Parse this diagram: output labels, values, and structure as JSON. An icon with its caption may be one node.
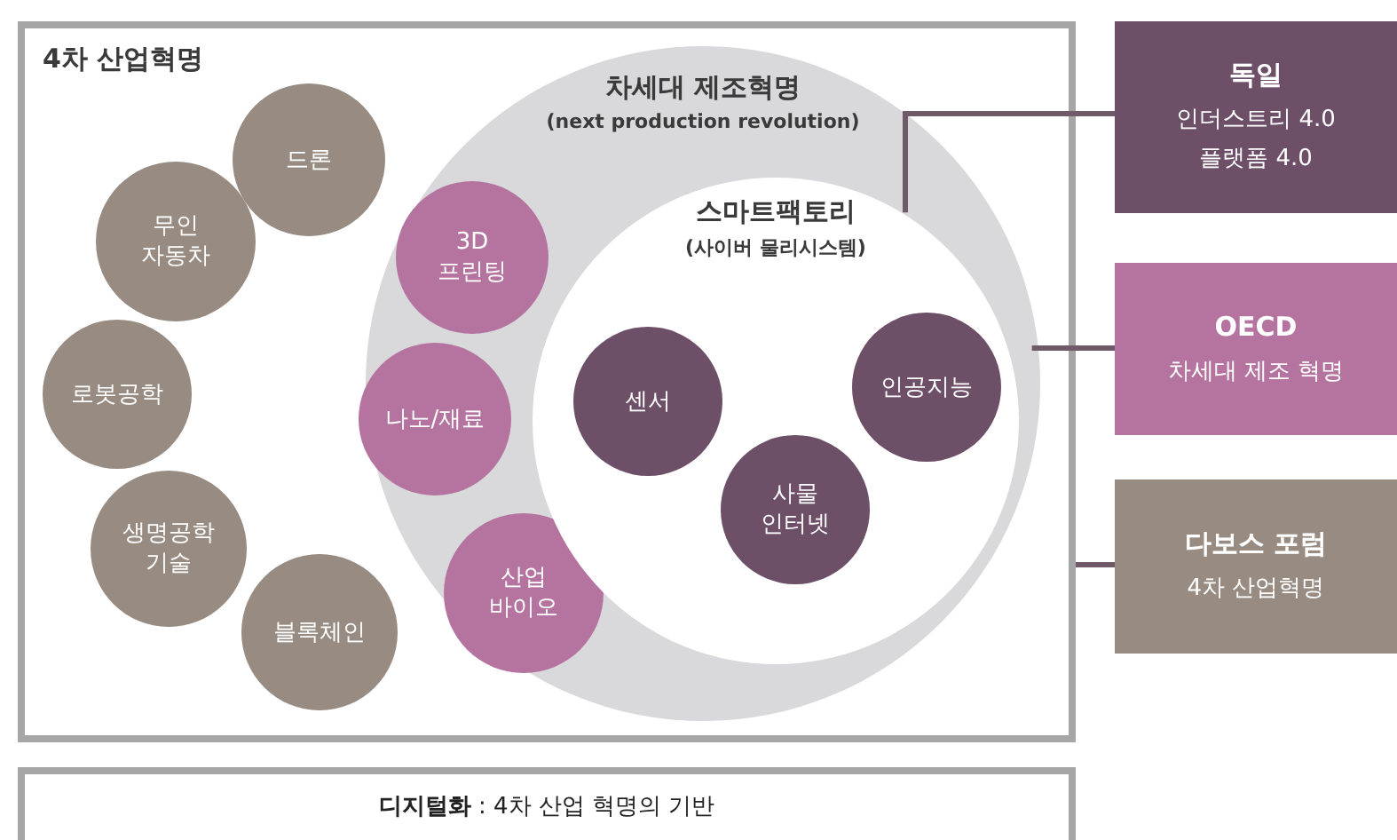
{
  "diagram": {
    "nodes": [
      {
        "text": [
          "4차 산업혁명"
        ]
      },
      {
        "text": [
          "드론"
        ],
        "in": 0
      },
      {
        "text": [
          "무인 자동차"
        ],
        "in": 0
      },
      {
        "text": [
          "로봇공학"
        ],
        "in": 0
      },
      {
        "text": [
          "생명공학 기술"
        ],
        "in": 0
      },
      {
        "text": [
          "블록체인"
        ],
        "in": 0
      },
      {
        "text": [
          "차세대 제조혁명",
          "(next production revolution)"
        ],
        "in": 0
      },
      {
        "text": [
          "3D 프린팅"
        ],
        "in": 6
      },
      {
        "text": [
          "나노/재료"
        ],
        "in": 6
      },
      {
        "text": [
          "산업 바이오"
        ],
        "in": 6
      },
      {
        "text": [
          "스마트팩토리",
          "(사이버 물리시스템)"
        ],
        "in": 6
      },
      {
        "text": [
          "센서"
        ],
        "in": 10
      },
      {
        "text": [
          "사물 인터넷"
        ],
        "in": 10
      },
      {
        "text": [
          "인공지능"
        ],
        "in": 10
      },
      {
        "text": [
          "독일",
          "인더스트리 4.0",
          "플랫폼 4.0"
        ]
      },
      {
        "text": [
          "OECD",
          "차세대 제조 혁명"
        ]
      },
      {
        "text": [
          "다보스 포럼",
          "4차 산업혁명"
        ]
      },
      {
        "text": [
          "**디지털화** : 4차 산업 혁명의 기반"
        ]
      }
    ],
    "edges": [
      {
        "from": 14,
        "to": 10,
        "arrow": "none"
      },
      {
        "from": 15,
        "to": 6,
        "arrow": "none"
      },
      {
        "from": 16,
        "to": 0,
        "arrow": "none"
      }
    ]
  }
}
